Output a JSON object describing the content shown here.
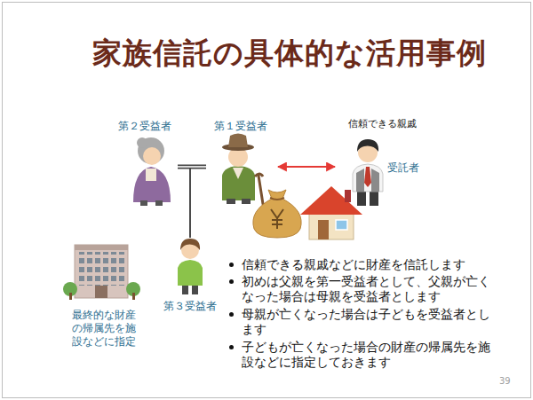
{
  "diagram": {
    "title": "家族信託の具体的な活用事例",
    "nodes": [
      {
        "text": [
          "第２受益者"
        ]
      },
      {
        "text": [
          "第１受益者"
        ]
      },
      {
        "text": [
          "信頼できる親戚",
          "受託者"
        ]
      },
      {
        "text": [
          "第３受益者"
        ]
      },
      {
        "text": [
          "最終的な財産の帰属先を施設などに指定"
        ]
      }
    ],
    "edges": [
      {
        "from": 0,
        "to": 1,
        "arrow": "none"
      },
      {
        "from": 1,
        "to": 2,
        "arrow": "both"
      },
      {
        "from": 0,
        "to": 3,
        "arrow": "none"
      },
      {
        "from": 1,
        "to": 3,
        "arrow": "none"
      }
    ],
    "labels": [
      "信頼できる親戚などに財産を信託します",
      "初めは父親を第一受益者として、父親が亡くなった場合は母親を受益者とします",
      "母親が亡くなった場合は子どもを受益者とします",
      "子どもが亡くなった場合の財産の帰属先を施設などに指定しておきます",
      "39"
    ]
  }
}
